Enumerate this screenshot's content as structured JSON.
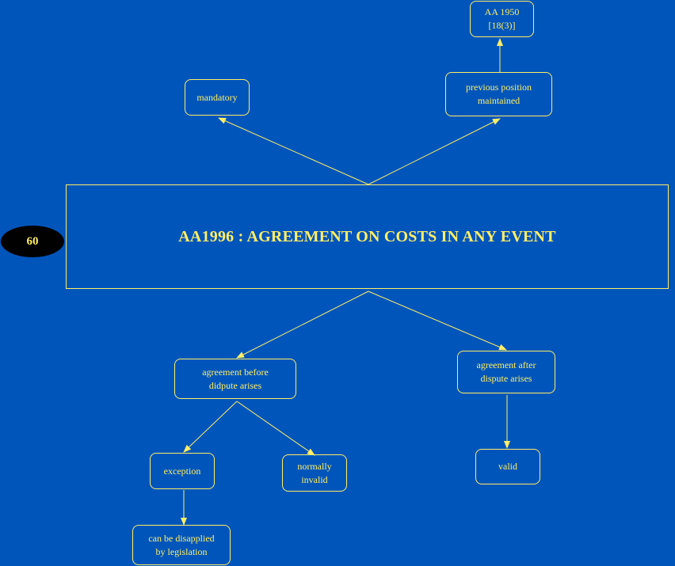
{
  "diagram": {
    "page_number": "60",
    "title": "AA1996 : AGREEMENT ON COSTS IN ANY EVENT",
    "colors": {
      "background": "#0055bb",
      "foreground": "#ffee66",
      "badge": "#000000"
    },
    "nodes": {
      "aa1950": "AA 1950\n[18(3)]",
      "previous_position": "previous position\nmaintained",
      "mandatory": "mandatory",
      "agreement_before": "agreement before\ndidpute arises",
      "agreement_after": "agreement after\ndispute arises",
      "exception": "exception",
      "normally_invalid": "normally\ninvalid",
      "valid": "valid",
      "disapplied": "can be disapplied\nby legislation"
    }
  }
}
